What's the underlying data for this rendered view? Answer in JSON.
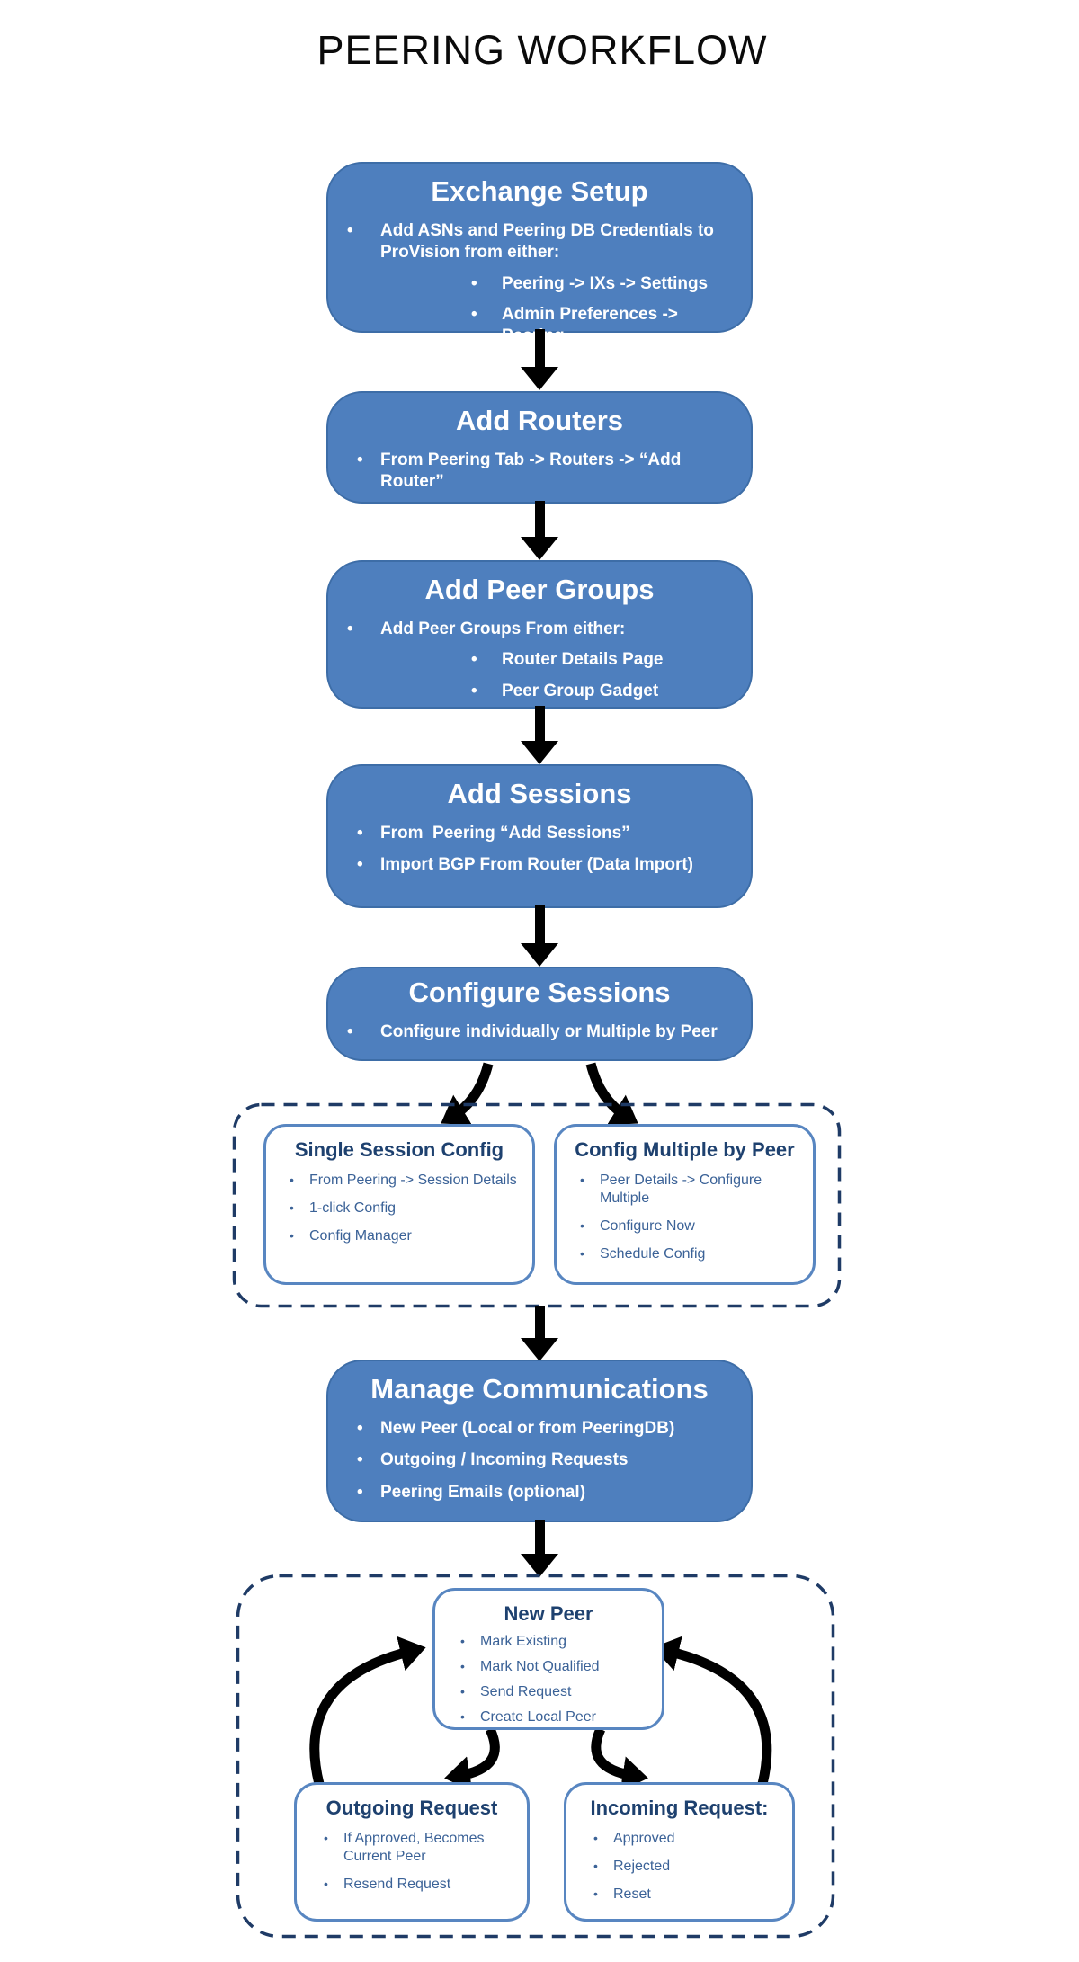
{
  "title": "PEERING WORKFLOW",
  "colors": {
    "box_fill": "#4E7FBE",
    "box_border": "#3D6DA7",
    "white_box_border": "#5886C1",
    "subbox_title_text": "#1E416F",
    "subbox_bullet_text": "#3B6297",
    "dashed_border": "#1F3B66",
    "arrow": "#000000",
    "main_box_text": "#FFFFFF"
  },
  "flow": {
    "exchange_setup": {
      "title": "Exchange Setup",
      "bullets": [
        "Add ASNs and Peering DB Credentials to ProVision from either:"
      ],
      "sub_bullets": [
        "Peering -> IXs -> Settings",
        "Admin Preferences -> Peering"
      ]
    },
    "add_routers": {
      "title": "Add Routers",
      "bullets": [
        "From Peering Tab -> Routers -> “Add Router”"
      ]
    },
    "add_peer_groups": {
      "title": "Add Peer Groups",
      "bullets": [
        "Add Peer Groups From either:"
      ],
      "sub_bullets": [
        "Router Details Page",
        "Peer Group Gadget"
      ]
    },
    "add_sessions": {
      "title": "Add Sessions",
      "bullets": [
        "From  Peering “Add Sessions”",
        "Import BGP From Router (Data Import)"
      ]
    },
    "configure_sessions": {
      "title": "Configure Sessions",
      "bullets": [
        "Configure individually or Multiple by Peer"
      ]
    },
    "manage_communications": {
      "title": "Manage Communications",
      "bullets": [
        "New Peer (Local or from PeeringDB)",
        "Outgoing / Incoming Requests",
        "Peering Emails (optional)"
      ]
    }
  },
  "config_group": {
    "single_session_config": {
      "title": "Single Session Config",
      "bullets": [
        "From Peering -> Session Details",
        "1-click Config",
        "Config Manager"
      ]
    },
    "config_multiple_by_peer": {
      "title": "Config Multiple by Peer",
      "bullets": [
        "Peer Details -> Configure Multiple",
        "Configure Now",
        "Schedule Config"
      ]
    }
  },
  "communications_group": {
    "new_peer": {
      "title": "New Peer",
      "bullets": [
        "Mark Existing",
        "Mark Not Qualified",
        "Send Request",
        "Create Local Peer"
      ]
    },
    "outgoing_request": {
      "title": "Outgoing Request",
      "bullets": [
        "If Approved, Becomes Current Peer",
        "Resend Request"
      ]
    },
    "incoming_request": {
      "title": "Incoming Request:",
      "bullets": [
        "Approved",
        "Rejected",
        "Reset"
      ]
    }
  }
}
